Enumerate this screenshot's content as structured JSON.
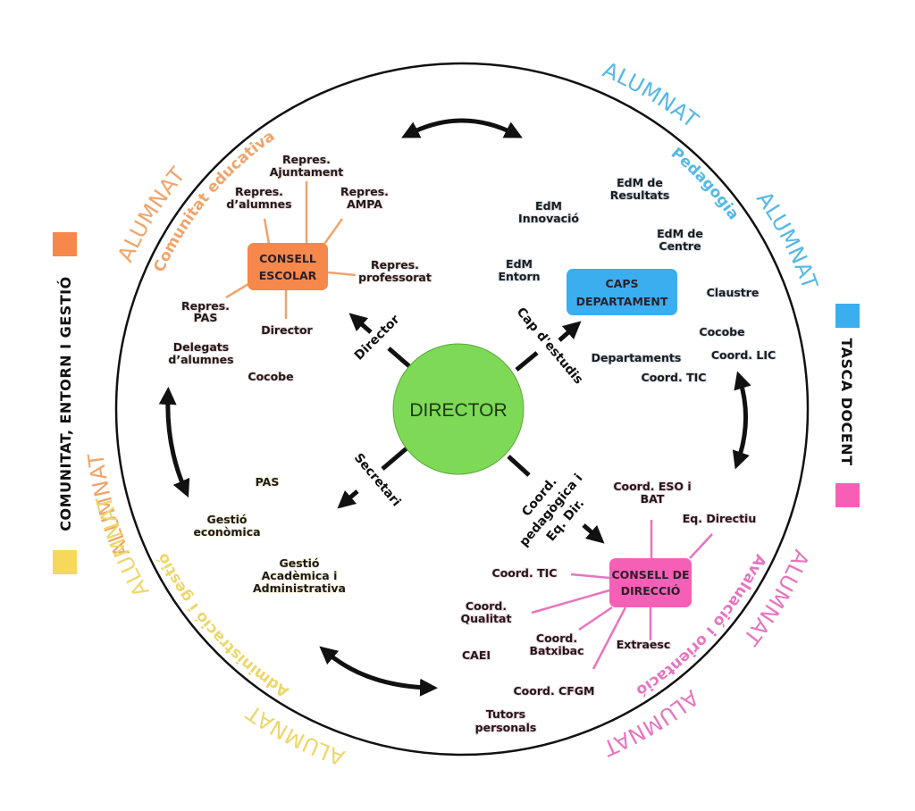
{
  "colors": {
    "orange": "#F5884A",
    "blue": "#3BAEF0",
    "pink": "#F560B6",
    "yellow": "#F6D85A",
    "green": "#7ED957",
    "orange_text": "#F0A46A",
    "blue_text": "#55B8E6",
    "pink_text": "#E775BF",
    "yellow_text": "#EDD76A"
  },
  "center": {
    "label": "DIRECTOR"
  },
  "axes": {
    "top_left": "Director",
    "top_right": "Cap d'estudis",
    "bottom_left": "Secretari",
    "bottom_right": [
      "Coord.",
      "pedagògica i",
      "Eq. Dir."
    ]
  },
  "legend": {
    "left": "COMUNITAT, ENTORN I GESTIÓ",
    "right": "TASCA DOCENT"
  },
  "arc_labels": {
    "alumnat": "ALUMNAT",
    "comunitat": "Comunitat educativa",
    "pedagogia": "Pedagogia",
    "avaluacio": "Avaluació i orientació",
    "administracio": "Administració i gestió"
  },
  "quadrants": {
    "comunitat": {
      "box": [
        "CONSELL",
        "ESCOLAR"
      ],
      "items": [
        [
          "Repres.",
          "Ajuntament"
        ],
        [
          "Repres.",
          "d’alumnes"
        ],
        [
          "Repres.",
          "AMPA"
        ],
        [
          "Repres.",
          "professorat"
        ],
        [
          "Repres.",
          "PAS"
        ],
        [
          "Director"
        ],
        [
          "Delegats",
          "d’alumnes"
        ],
        [
          "Cocobe"
        ]
      ]
    },
    "pedagogia": {
      "box": [
        "CAPS",
        "DEPARTAMENT"
      ],
      "items": [
        [
          "EdM de",
          "Resultats"
        ],
        [
          "EdM",
          "Innovació"
        ],
        [
          "EdM de",
          "Centre"
        ],
        [
          "EdM",
          "Entorn"
        ],
        [
          "Claustre"
        ],
        [
          "Cocobe"
        ],
        [
          "Departaments"
        ],
        [
          "Coord. LIC"
        ],
        [
          "Coord. TIC"
        ]
      ]
    },
    "avaluacio": {
      "box": [
        "CONSELL DE",
        "DIRECCIÓ"
      ],
      "items": [
        [
          "Coord. ESO i",
          "BAT"
        ],
        [
          "Eq. Directiu"
        ],
        [
          "Coord. TIC"
        ],
        [
          "Coord.",
          "Qualitat"
        ],
        [
          "Coord.",
          "Batxibac"
        ],
        [
          "Extraesc"
        ],
        [
          "CAEI"
        ],
        [
          "Coord. CFGM"
        ],
        [
          "Tutors",
          "personals"
        ]
      ]
    },
    "gestio": {
      "items": [
        [
          "PAS"
        ],
        [
          "Gestió",
          "econòmica"
        ],
        [
          "Gestió",
          "Acadèmica i",
          "Administrativa"
        ]
      ]
    }
  }
}
